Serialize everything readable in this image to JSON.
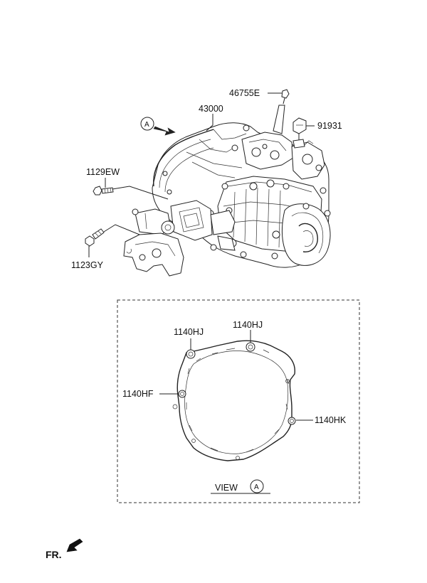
{
  "labels": {
    "part_43000": "43000",
    "part_46755E": "46755E",
    "part_91931": "91931",
    "part_1129EW": "1129EW",
    "part_1123GY": "1123GY",
    "view_marker": "A",
    "bolt_1140HJ_left": "1140HJ",
    "bolt_1140HJ_right": "1140HJ",
    "bolt_1140HF": "1140HF",
    "bolt_1140HK": "1140HK",
    "view_label": "VIEW",
    "view_label_marker": "A",
    "front_label": "FR."
  }
}
